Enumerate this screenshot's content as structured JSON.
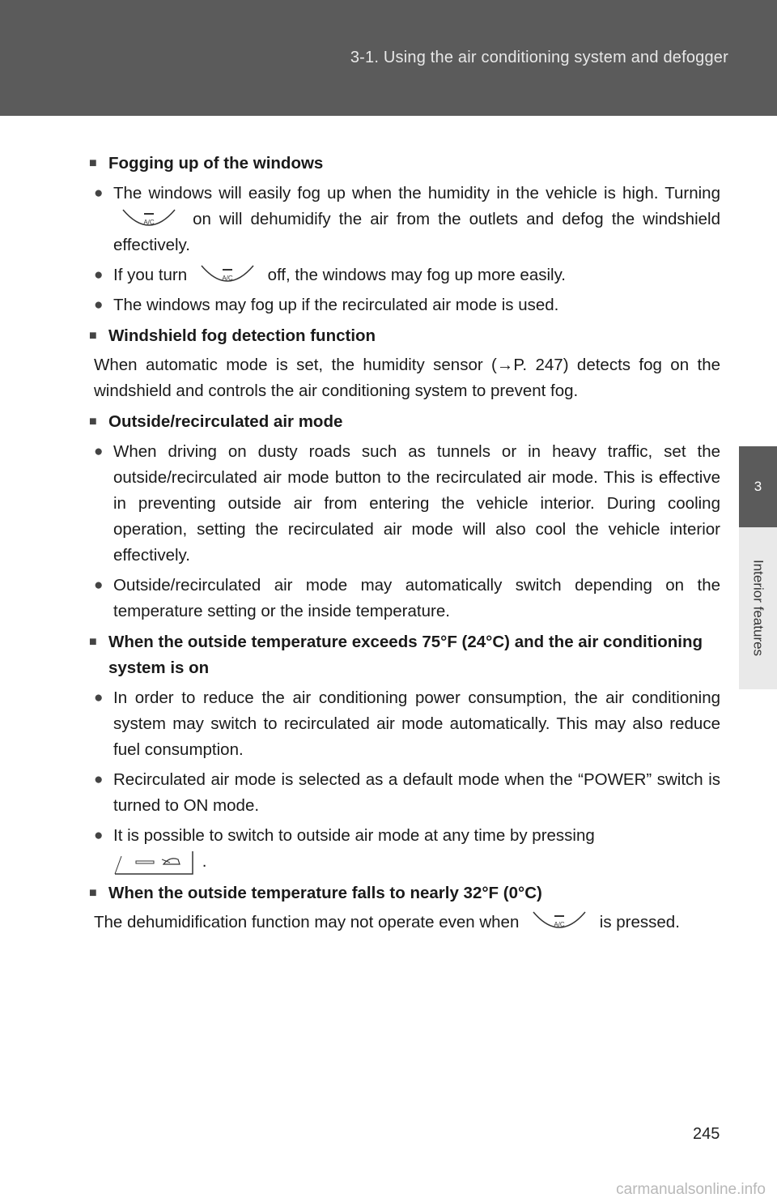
{
  "header": {
    "title": "3-1. Using the air conditioning system and defogger"
  },
  "side_tab": {
    "number": "3",
    "label": "Interior features"
  },
  "sections": {
    "fog": {
      "heading": "Fogging up of the windows",
      "b1_a": "The windows will easily fog up when the humidity in the vehicle is high. Turning",
      "b1_b": "on will dehumidify the air from the outlets and defog the windshield effectively.",
      "b2_a": "If you turn",
      "b2_b": "off, the windows may fog up more easily.",
      "b3": "The windows may fog up if the recirculated air mode is used."
    },
    "detect": {
      "heading": "Windshield fog detection function",
      "para": "When automatic mode is set, the humidity sensor (→P. 247) detects fog on the windshield and controls the air conditioning system to prevent fog."
    },
    "outside": {
      "heading": "Outside/recirculated air mode",
      "b1": "When driving on dusty roads such as tunnels or in heavy traffic, set the outside/recirculated air mode button to the recirculated air mode. This is effective in preventing outside air from entering the vehicle interior. During cooling operation, setting the recirculated air mode will also cool the vehicle interior effectively.",
      "b2": "Outside/recirculated air mode may automatically switch depending on the temperature setting or the inside temperature."
    },
    "hot": {
      "heading": "When the outside temperature exceeds 75°F (24°C) and the air conditioning system is on",
      "b1": "In order to reduce the air conditioning power consumption, the air conditioning system may switch to recirculated air mode automatically. This may also reduce fuel consumption.",
      "b2": "Recirculated air mode is selected as a default mode when the “POWER” switch is turned to ON mode.",
      "b3_a": "It is possible to switch to outside air mode at any time by pressing",
      "b3_b": "."
    },
    "cold": {
      "heading": "When the outside temperature falls to nearly 32°F (0°C)",
      "para_a": "The dehumidification function may not operate even when",
      "para_b": "is pressed."
    }
  },
  "icons": {
    "ac_label": "A/C"
  },
  "page_number": "245",
  "watermark": "carmanualsonline.info"
}
